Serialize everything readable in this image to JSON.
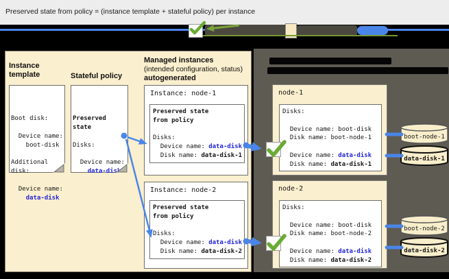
{
  "title": "Preserved state from policy = (instance template + stateful policy) per instance",
  "colors": {
    "header_bg": "#ededed",
    "panel_cream": "#faefce",
    "panel_dark": "#5e5b53",
    "blue_value_text": "#2424d6",
    "blue_connector": "#4a86e8",
    "green_check": "#6aaa35",
    "band_black": "#000000"
  },
  "legend_strip": {
    "icons": [
      "green-check-icon",
      "green-arrow-icon",
      "blue-timeline-line",
      "blue-pill",
      "cream-chip"
    ]
  },
  "left_panel": {
    "instance_template": {
      "heading": "Instance template",
      "doc_lines": [
        {
          "t": "Boot disk:"
        },
        {
          "t": ""
        },
        {
          "t": "  Device name:"
        },
        {
          "t": "    boot-disk"
        },
        {
          "t": ""
        },
        {
          "t": "Additional"
        },
        {
          "t": "disk:"
        },
        {
          "t": ""
        },
        {
          "t": "  Device name:"
        },
        {
          "seg": [
            {
              "t": "    "
            },
            {
              "t": "data-disk",
              "c": "bl"
            }
          ]
        }
      ]
    },
    "stateful_policy": {
      "heading": "Stateful policy",
      "doc_lines": [
        {
          "t": "Preserved",
          "c": "b"
        },
        {
          "t": "state",
          "c": "b"
        },
        {
          "t": ""
        },
        {
          "t": "Disks:"
        },
        {
          "t": ""
        },
        {
          "t": "  Device name:"
        },
        {
          "seg": [
            {
              "t": "    "
            },
            {
              "t": "data-disk",
              "c": "bl"
            }
          ]
        }
      ]
    },
    "managed_instances": {
      "heading_line1": "Managed instances",
      "heading_line2": "(intended configuration, status)",
      "heading_line3": "autogenerated",
      "node1": {
        "title": "Instance: node-1",
        "inner_lines": [
          {
            "t": "Preserved state",
            "c": "b"
          },
          {
            "t": "from policy",
            "c": "b"
          },
          {
            "t": ""
          },
          {
            "t": "Disks:"
          },
          {
            "seg": [
              {
                "t": "  Device name: "
              },
              {
                "t": "data-disk",
                "c": "bl"
              }
            ]
          },
          {
            "seg": [
              {
                "t": "  Disk name: "
              },
              {
                "t": "data-disk-1",
                "c": "b"
              }
            ]
          }
        ]
      },
      "node2": {
        "title": "Instance: node-2",
        "inner_lines": [
          {
            "t": "Preserved state",
            "c": "b"
          },
          {
            "t": "from policy",
            "c": "b"
          },
          {
            "t": ""
          },
          {
            "t": "Disks:"
          },
          {
            "seg": [
              {
                "t": "  Device name: "
              },
              {
                "t": "data-disk",
                "c": "bl"
              }
            ]
          },
          {
            "seg": [
              {
                "t": "  Disk name: "
              },
              {
                "t": "data-disk-2",
                "c": "b"
              }
            ]
          }
        ]
      }
    }
  },
  "right_panel": {
    "redacted_heading_bar_widths": [
      178,
      264
    ],
    "node1": {
      "name": "node-1",
      "inner_lines": [
        {
          "t": "Disks:"
        },
        {
          "t": ""
        },
        {
          "seg": [
            {
              "t": "  Device name: "
            },
            {
              "t": "boot-disk"
            }
          ]
        },
        {
          "seg": [
            {
              "t": "  Disk name: "
            },
            {
              "t": "boot-node-1"
            }
          ]
        },
        {
          "t": ""
        },
        {
          "seg": [
            {
              "t": "  Device name: "
            },
            {
              "t": "data-disk",
              "c": "bl"
            }
          ]
        },
        {
          "seg": [
            {
              "t": "  Disk name: "
            },
            {
              "t": "data-disk-1",
              "c": "b"
            }
          ]
        }
      ],
      "disks": [
        {
          "label": "boot-node-1",
          "bold": false
        },
        {
          "label": "data-disk-1",
          "bold": true
        }
      ]
    },
    "node2": {
      "name": "node-2",
      "inner_lines": [
        {
          "t": "Disks:"
        },
        {
          "t": ""
        },
        {
          "seg": [
            {
              "t": "  Device name: "
            },
            {
              "t": "boot-disk"
            }
          ]
        },
        {
          "seg": [
            {
              "t": "  Disk name: "
            },
            {
              "t": "boot-node-2"
            }
          ]
        },
        {
          "t": ""
        },
        {
          "seg": [
            {
              "t": "  Device name: "
            },
            {
              "t": "data-disk",
              "c": "bl"
            }
          ]
        },
        {
          "seg": [
            {
              "t": "  Disk name: "
            },
            {
              "t": "data-disk-2",
              "c": "b"
            }
          ]
        }
      ],
      "disks": [
        {
          "label": "boot-node-2",
          "bold": false
        },
        {
          "label": "data-disk-2",
          "bold": true
        }
      ]
    }
  }
}
